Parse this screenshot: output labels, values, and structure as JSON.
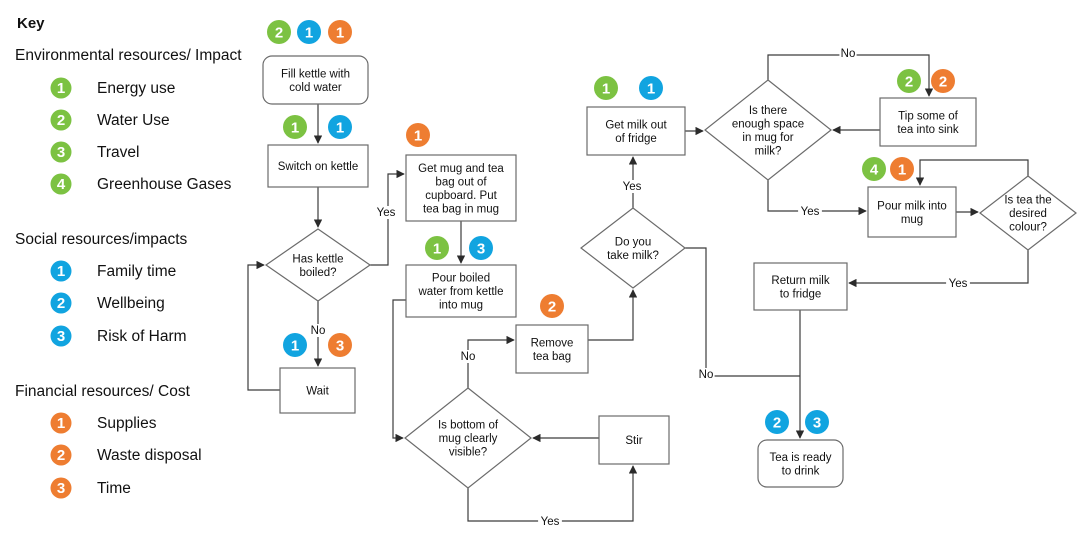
{
  "colors": {
    "green": "#7cc242",
    "blue": "#11a4e0",
    "orange": "#ee7d31"
  },
  "key": {
    "title": "Key",
    "groups": [
      {
        "heading": "Environmental resources/ Impact",
        "color": "green",
        "items": [
          {
            "n": "1",
            "label": "Energy use"
          },
          {
            "n": "2",
            "label": "Water Use"
          },
          {
            "n": "3",
            "label": "Travel"
          },
          {
            "n": "4",
            "label": "Greenhouse Gases"
          }
        ]
      },
      {
        "heading": "Social resources/impacts",
        "color": "blue",
        "items": [
          {
            "n": "1",
            "label": "Family time"
          },
          {
            "n": "2",
            "label": "Wellbeing"
          },
          {
            "n": "3",
            "label": "Risk of Harm"
          }
        ]
      },
      {
        "heading": "Financial resources/ Cost",
        "color": "orange",
        "items": [
          {
            "n": "1",
            "label": "Supplies"
          },
          {
            "n": "2",
            "label": "Waste disposal"
          },
          {
            "n": "3",
            "label": "Time"
          }
        ]
      }
    ]
  },
  "nodes": {
    "fill_kettle": {
      "lines": [
        "Fill kettle with",
        "cold water"
      ]
    },
    "switch_on": {
      "lines": [
        "Switch on kettle"
      ]
    },
    "has_boiled": {
      "lines": [
        "Has kettle",
        "boiled?"
      ]
    },
    "wait": {
      "lines": [
        "Wait"
      ]
    },
    "get_mug": {
      "lines": [
        "Get mug and tea",
        "bag out of",
        "cupboard. Put",
        "tea bag in mug"
      ]
    },
    "pour_water": {
      "lines": [
        "Pour boiled",
        "water from kettle",
        "into mug"
      ]
    },
    "bottom_visible": {
      "lines": [
        "Is bottom of",
        "mug clearly",
        "visible?"
      ]
    },
    "stir": {
      "lines": [
        "Stir"
      ]
    },
    "remove_bag": {
      "lines": [
        "Remove",
        "tea bag"
      ]
    },
    "take_milk": {
      "lines": [
        "Do you",
        "take milk?"
      ]
    },
    "get_milk": {
      "lines": [
        "Get milk out",
        "of fridge"
      ]
    },
    "enough_space": {
      "lines": [
        "Is there",
        "enough space",
        "in mug for",
        "milk?"
      ]
    },
    "tip_tea": {
      "lines": [
        "Tip some of",
        "tea into sink"
      ]
    },
    "pour_milk": {
      "lines": [
        "Pour milk into",
        "mug"
      ]
    },
    "desired_colour": {
      "lines": [
        "Is tea the",
        "desired",
        "colour?"
      ]
    },
    "return_milk": {
      "lines": [
        "Return milk",
        "to fridge"
      ]
    },
    "ready": {
      "lines": [
        "Tea is ready",
        "to drink"
      ]
    }
  },
  "edge_labels": {
    "boiled_yes": "Yes",
    "boiled_no": "No",
    "bottom_no": "No",
    "bottom_yes": "Yes",
    "milk_yes": "Yes",
    "milk_no": "No",
    "space_no": "No",
    "space_yes": "Yes",
    "colour_yes": "Yes"
  },
  "badges": {
    "fill_kettle": [
      {
        "n": "2",
        "color": "green"
      },
      {
        "n": "1",
        "color": "blue"
      },
      {
        "n": "1",
        "color": "orange"
      }
    ],
    "switch_on": [
      {
        "n": "1",
        "color": "green"
      },
      {
        "n": "1",
        "color": "blue"
      }
    ],
    "wait": [
      {
        "n": "1",
        "color": "blue"
      },
      {
        "n": "3",
        "color": "orange"
      }
    ],
    "get_mug": [
      {
        "n": "1",
        "color": "orange"
      }
    ],
    "pour_water": [
      {
        "n": "1",
        "color": "green"
      },
      {
        "n": "3",
        "color": "blue"
      }
    ],
    "remove_bag": [
      {
        "n": "2",
        "color": "orange"
      }
    ],
    "get_milk": [
      {
        "n": "1",
        "color": "green"
      },
      {
        "n": "1",
        "color": "blue"
      }
    ],
    "tip_tea": [
      {
        "n": "2",
        "color": "green"
      },
      {
        "n": "2",
        "color": "orange"
      }
    ],
    "pour_milk": [
      {
        "n": "4",
        "color": "green"
      },
      {
        "n": "1",
        "color": "orange"
      }
    ],
    "ready": [
      {
        "n": "2",
        "color": "blue"
      },
      {
        "n": "3",
        "color": "blue"
      }
    ]
  }
}
